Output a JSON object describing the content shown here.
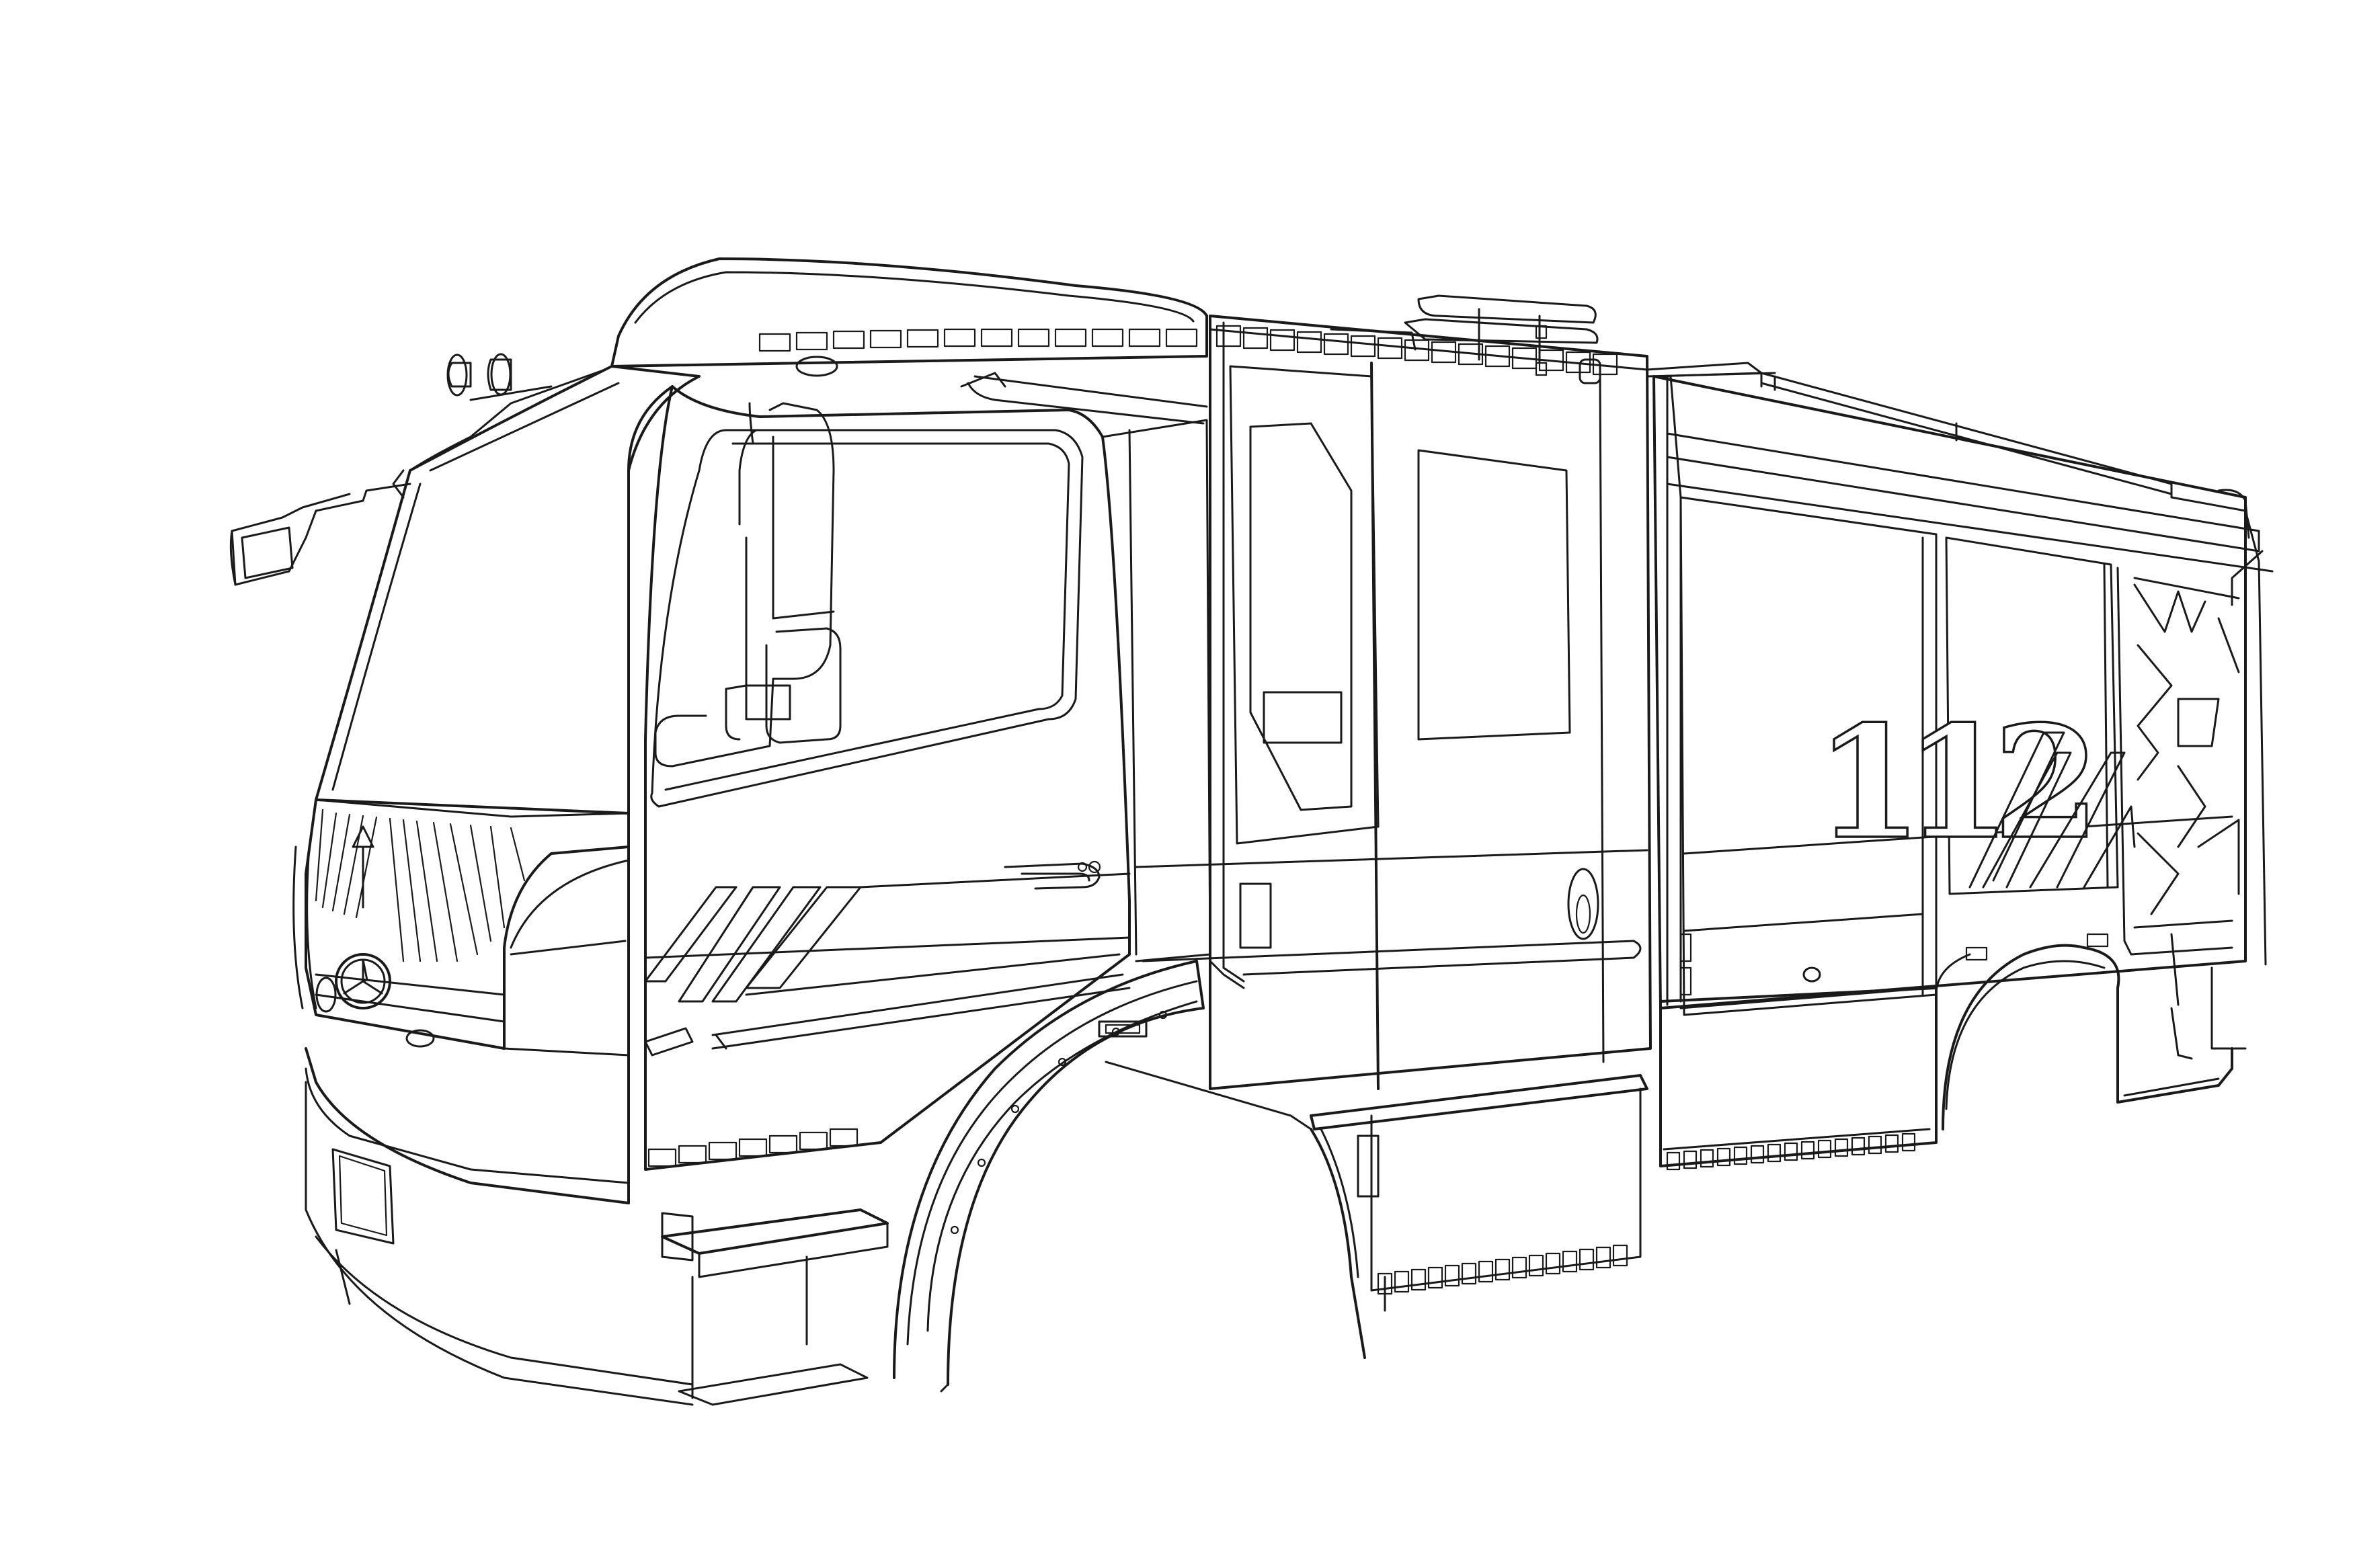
{
  "image": {
    "subject": "fire-truck-line-drawing",
    "background_color": "#ffffff",
    "line_color": "#1a1a1a"
  },
  "truck": {
    "side_number": "112",
    "emblem": "three-pointed-star-emblem"
  }
}
